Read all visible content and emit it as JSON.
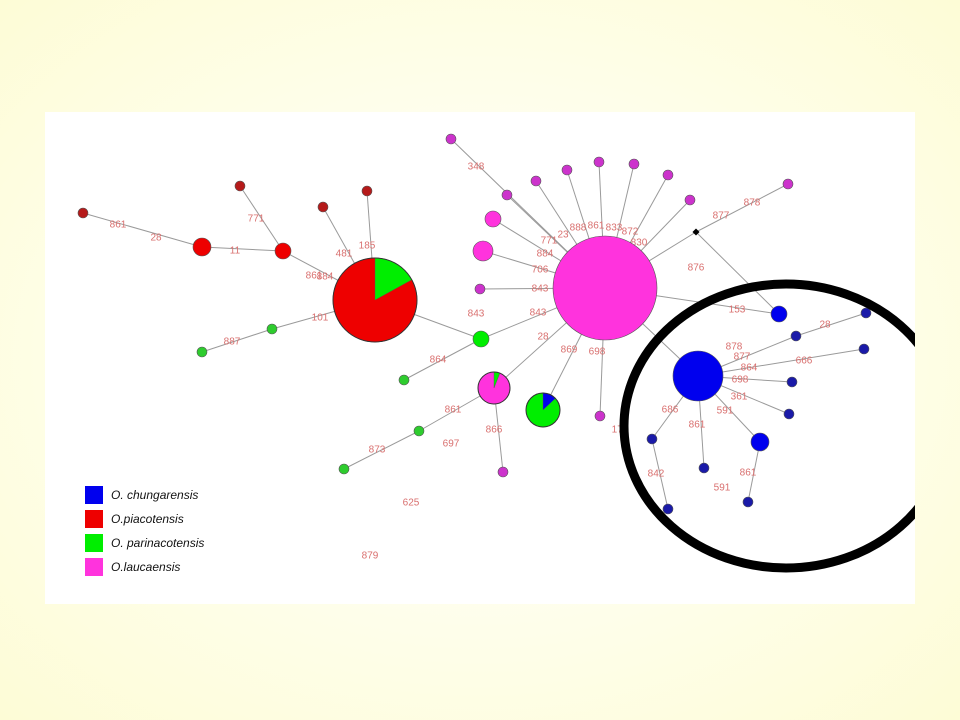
{
  "colors": {
    "chungarensis": "#0000ee",
    "chungarensis_small": "#1a1aa8",
    "piacotensis": "#ee0000",
    "piacotensis_small": "#b51a1a",
    "parinacotensis": "#00ee00",
    "parinacotensis_small": "#2ecc2e",
    "laucaensis": "#ff33dd",
    "laucaensis_small": "#cc33cc",
    "median": "#000000",
    "edge_label": "#d9706f"
  },
  "legend": [
    {
      "label": "O. chungarensis",
      "color": "#0000ee"
    },
    {
      "label": "O.piacotensis",
      "color": "#ee0000"
    },
    {
      "label": "O. parinacotensis",
      "color": "#00ee00"
    },
    {
      "label": "O.laucaensis",
      "color": "#ff33dd"
    }
  ],
  "edge_labels": [
    "861",
    "28",
    "11",
    "771",
    "481",
    "185",
    "884",
    "101",
    "887",
    "861",
    "348",
    "771",
    "23",
    "888",
    "861",
    "833",
    "872",
    "830",
    "878",
    "877",
    "876",
    "884",
    "706",
    "843",
    "843",
    "843",
    "864",
    "28",
    "869",
    "698",
    "861",
    "697",
    "866",
    "873",
    "625",
    "879",
    "178",
    "153",
    "28",
    "666",
    "878",
    "877",
    "864",
    "698",
    "361",
    "591",
    "686",
    "861",
    "842",
    "591",
    "861"
  ],
  "highlight": "circled chungarensis cluster"
}
